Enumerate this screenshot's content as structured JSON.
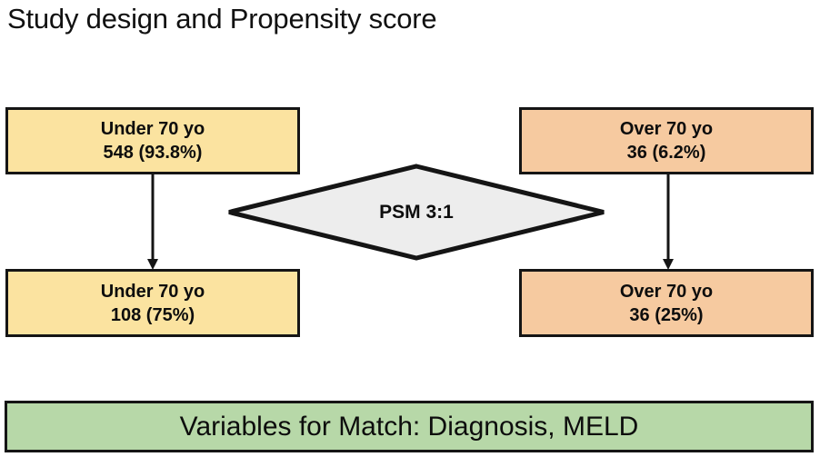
{
  "title": "Study design and Propensity score",
  "boxes": {
    "top_left": {
      "line1": "Under 70 yo",
      "line2": "548 (93.8%)",
      "fill": "#fbe3a0"
    },
    "top_right": {
      "line1": "Over 70 yo",
      "line2": "36 (6.2%)",
      "fill": "#f6caa0"
    },
    "bottom_left": {
      "line1": "Under 70 yo",
      "line2": "108 (75%)",
      "fill": "#fbe3a0"
    },
    "bottom_right": {
      "line1": "Over 70 yo",
      "line2": "36 (25%)",
      "fill": "#f6caa0"
    }
  },
  "decision": {
    "label": "PSM 3:1",
    "fill": "#ededed"
  },
  "footer": {
    "label": "Variables for Match: Diagnosis, MELD",
    "fill": "#b7d8a8"
  },
  "connectors": [
    {
      "name": "arrow-top-left-to-bottom-left",
      "direction": "down"
    },
    {
      "name": "arrow-top-right-to-bottom-right",
      "direction": "down"
    }
  ],
  "colors": {
    "stroke": "#151515",
    "text": "#0d0d0d",
    "background": "#ffffff"
  }
}
